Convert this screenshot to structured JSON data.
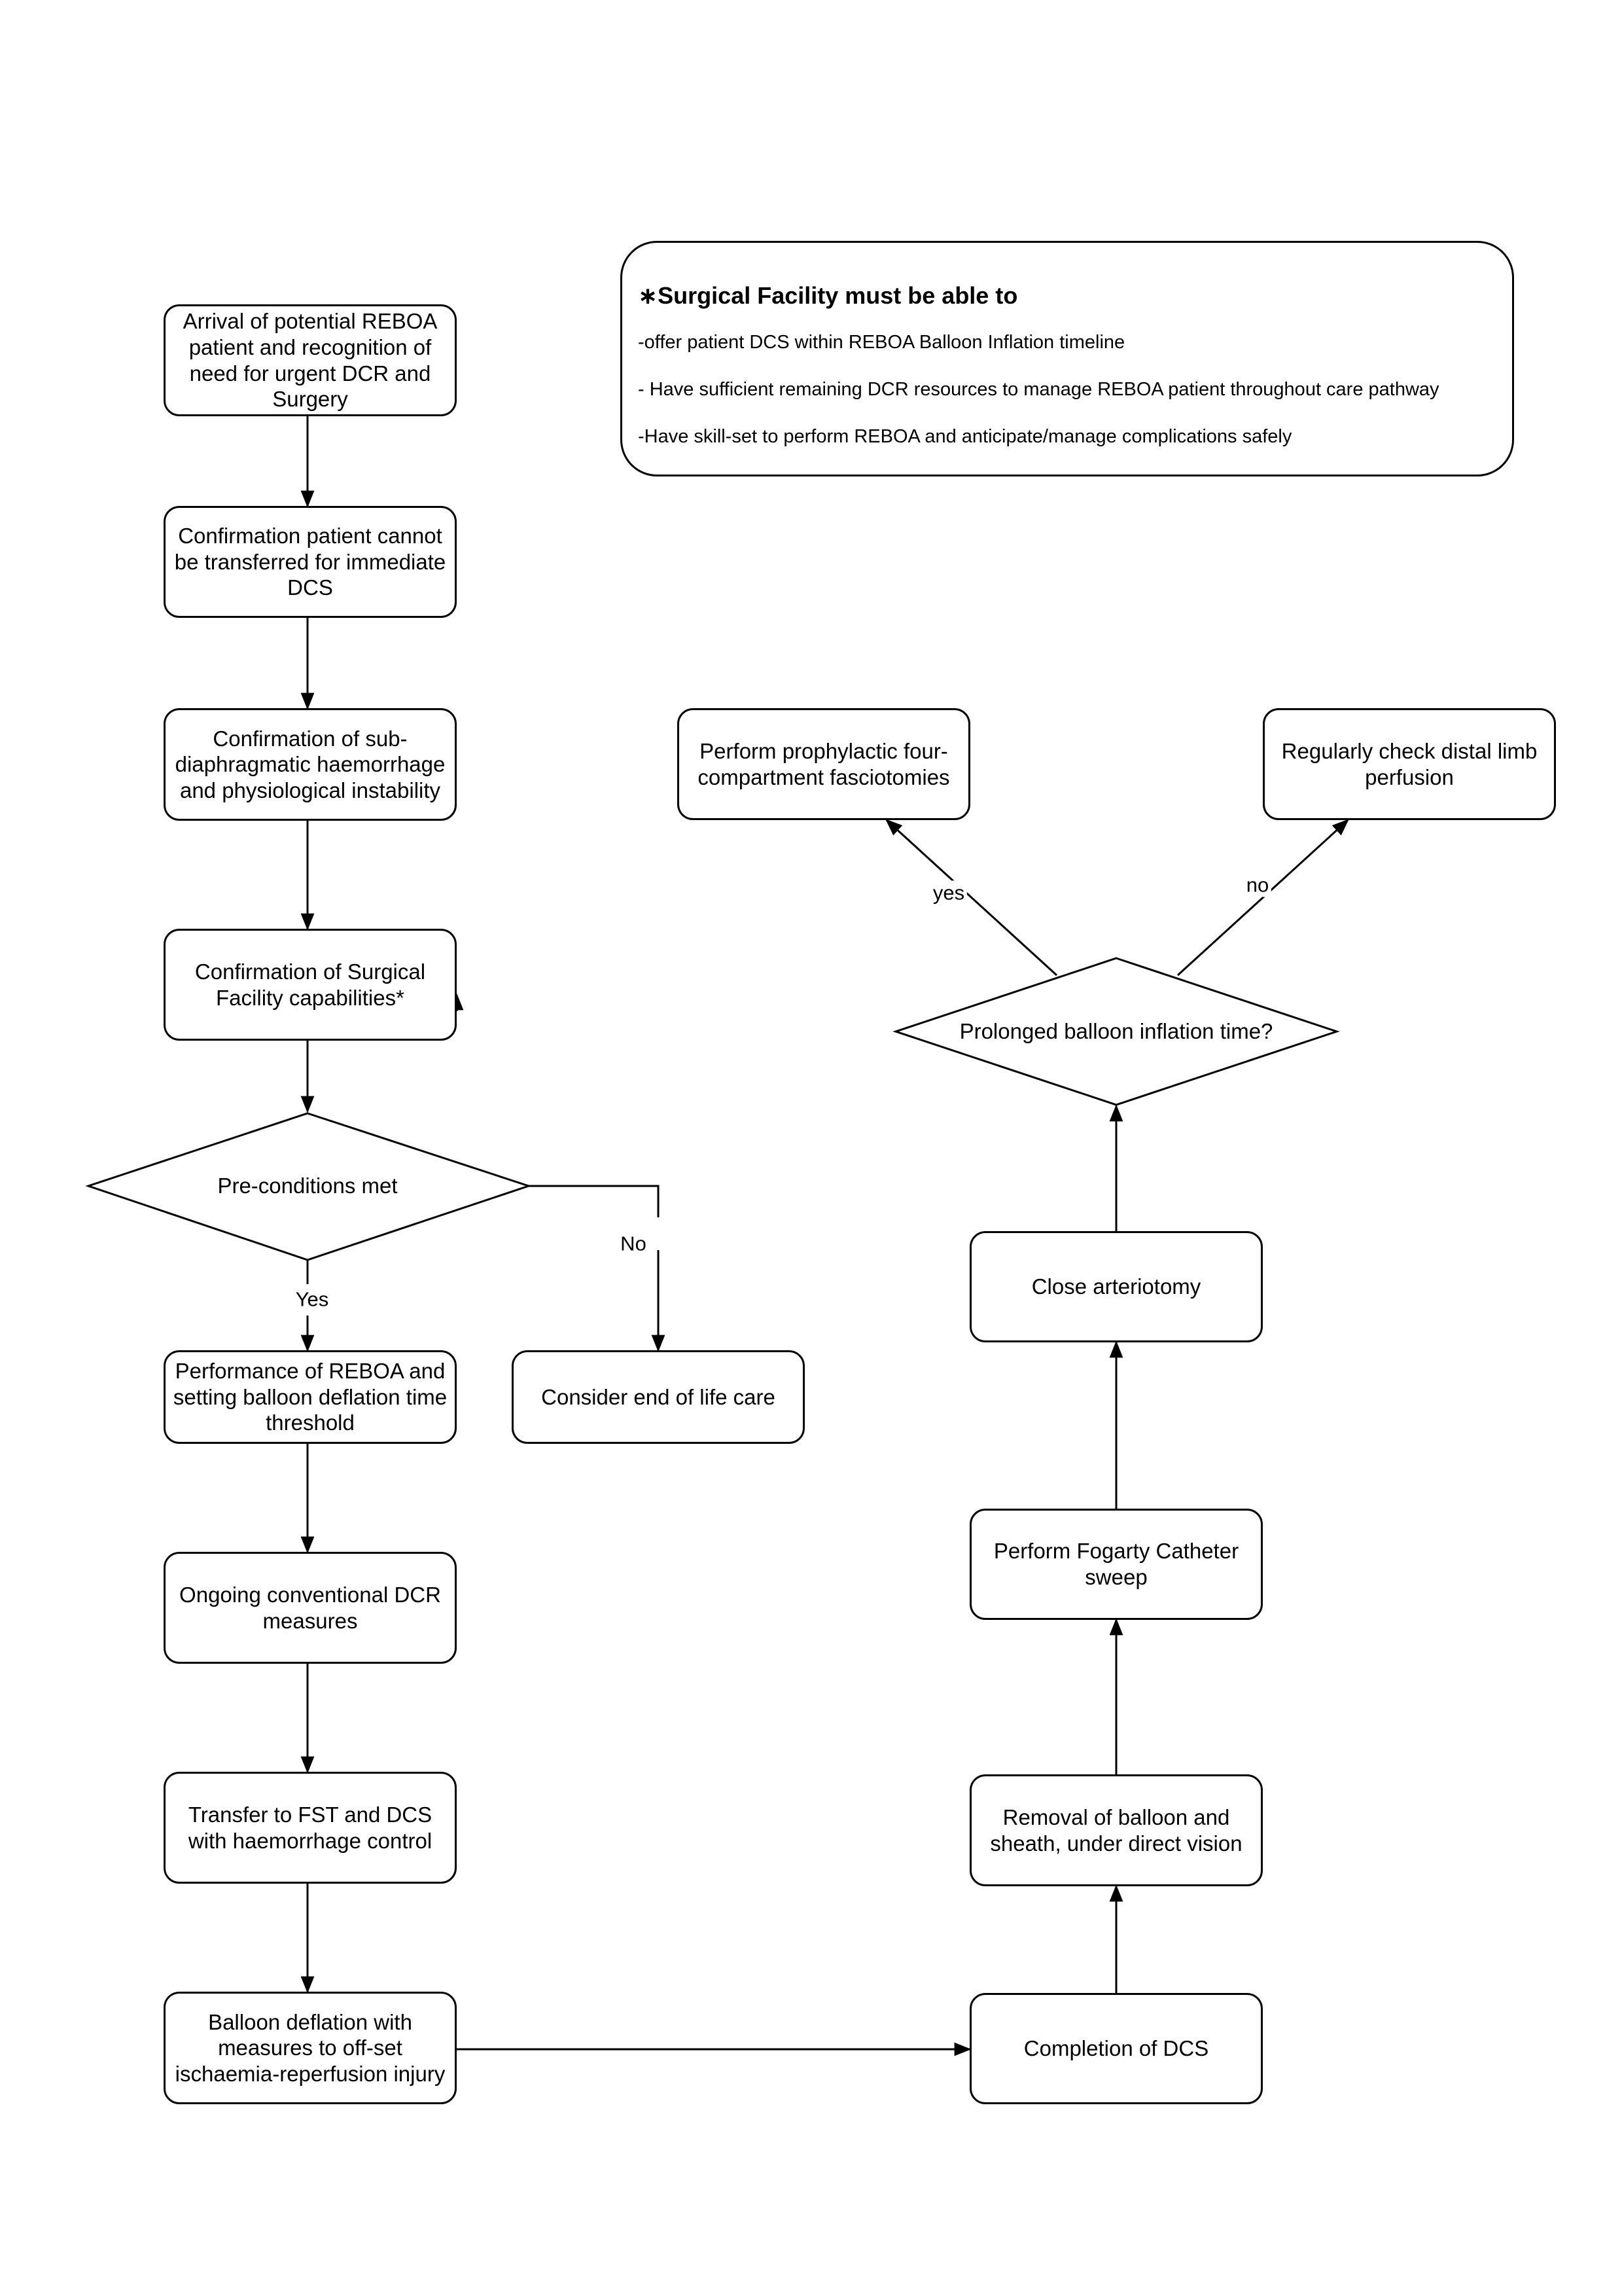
{
  "facility_note": {
    "title": "∗Surgical Facility must be able to",
    "lines": [
      "-offer patient DCS within REBOA Balloon Inflation timeline",
      "- Have sufficient remaining DCR resources to manage REBOA patient throughout care pathway",
      "-Have skill-set to perform REBOA and anticipate/manage complications safely"
    ]
  },
  "nodes": {
    "arrival": "Arrival of potential REBOA patient and recognition of need for urgent DCR and Surgery",
    "no_transfer": "Confirmation patient cannot be transferred for immediate DCS",
    "haemorrhage": "Confirmation of sub-diaphragmatic haemorrhage and physiological instability",
    "capabilities": "Confirmation of Surgical Facility capabilities*",
    "preconditions": "Pre-conditions met",
    "end_of_life": "Consider end of life care",
    "perform_reboa": "Performance of REBOA and setting balloon deflation time threshold",
    "ongoing_dcr": "Ongoing conventional DCR measures",
    "transfer_fst": "Transfer to FST and DCS with haemorrhage control",
    "balloon_deflation": "Balloon deflation with measures to off-set ischaemia-reperfusion injury",
    "completion_dcs": "Completion of DCS",
    "removal_balloon": "Removal of balloon and sheath, under direct vision",
    "fogarty": "Perform Fogarty Catheter sweep",
    "close_arteriotomy": "Close arteriotomy",
    "prolonged": "Prolonged balloon inflation time?",
    "fasciotomies": "Perform prophylactic four-compartment fasciotomies",
    "check_perfusion": "Regularly check distal limb perfusion"
  },
  "edge_labels": {
    "yes_upper": "Yes",
    "no_upper": "No",
    "yes_lower": "yes",
    "no_lower": "no"
  }
}
